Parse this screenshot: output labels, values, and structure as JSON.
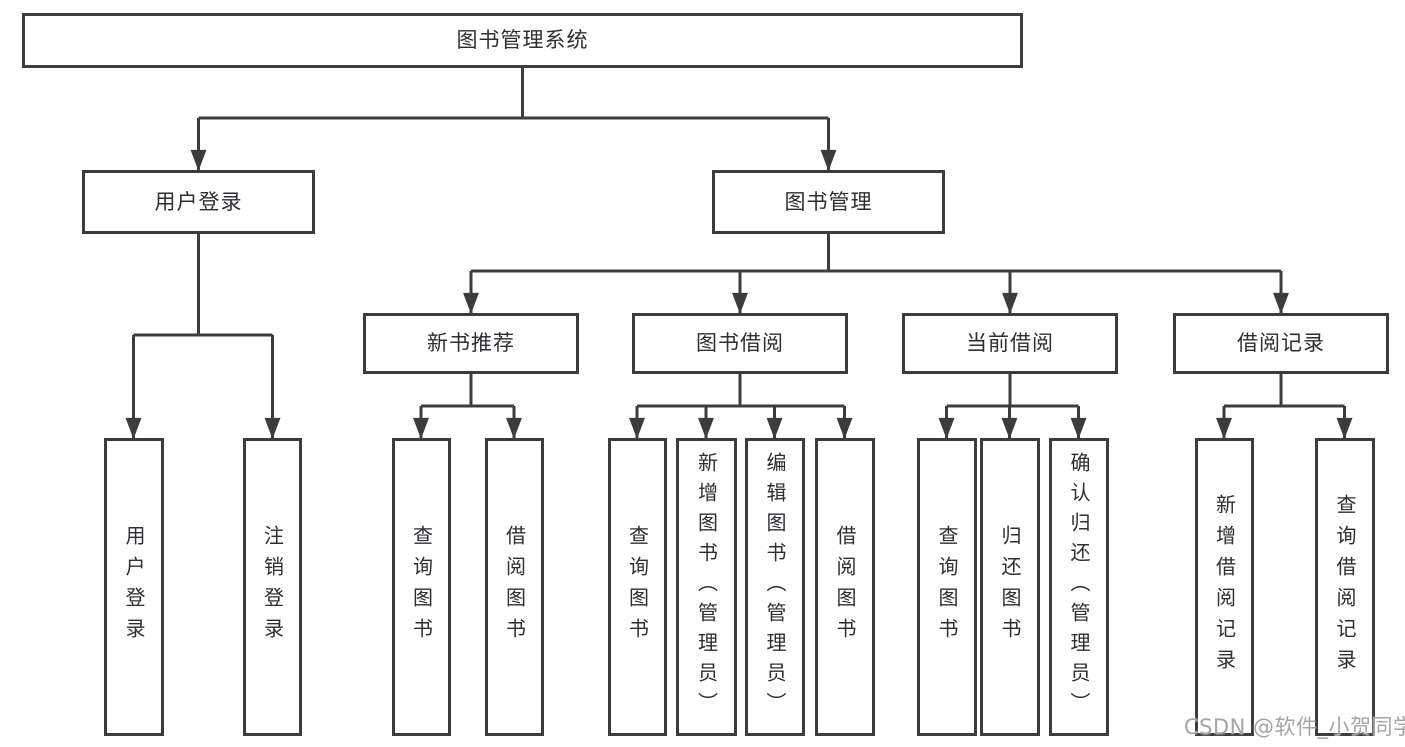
{
  "tree": {
    "label": "图书管理系统",
    "children": [
      {
        "label": "用户登录",
        "children": [
          {
            "label": "用户登录"
          },
          {
            "label": "注销登录"
          }
        ]
      },
      {
        "label": "图书管理",
        "children": [
          {
            "label": "新书推荐",
            "children": [
              {
                "label": "查询图书"
              },
              {
                "label": "借阅图书"
              }
            ]
          },
          {
            "label": "图书借阅",
            "children": [
              {
                "label": "查询图书"
              },
              {
                "label": "新增图书（管理员）"
              },
              {
                "label": "编辑图书（管理员）"
              },
              {
                "label": "借阅图书"
              }
            ]
          },
          {
            "label": "当前借阅",
            "children": [
              {
                "label": "查询图书"
              },
              {
                "label": "归还图书"
              },
              {
                "label": "确认归还（管理员）"
              }
            ]
          },
          {
            "label": "借阅记录",
            "children": [
              {
                "label": "新增借阅记录"
              },
              {
                "label": "查询借阅记录"
              }
            ]
          }
        ]
      }
    ]
  },
  "watermark": "CSDN @软件_小贺同学",
  "colors": {
    "line": "#3c3c3c",
    "text": "#2e2e33",
    "watermark": "#a5a5a5",
    "background": "#ffffff"
  }
}
